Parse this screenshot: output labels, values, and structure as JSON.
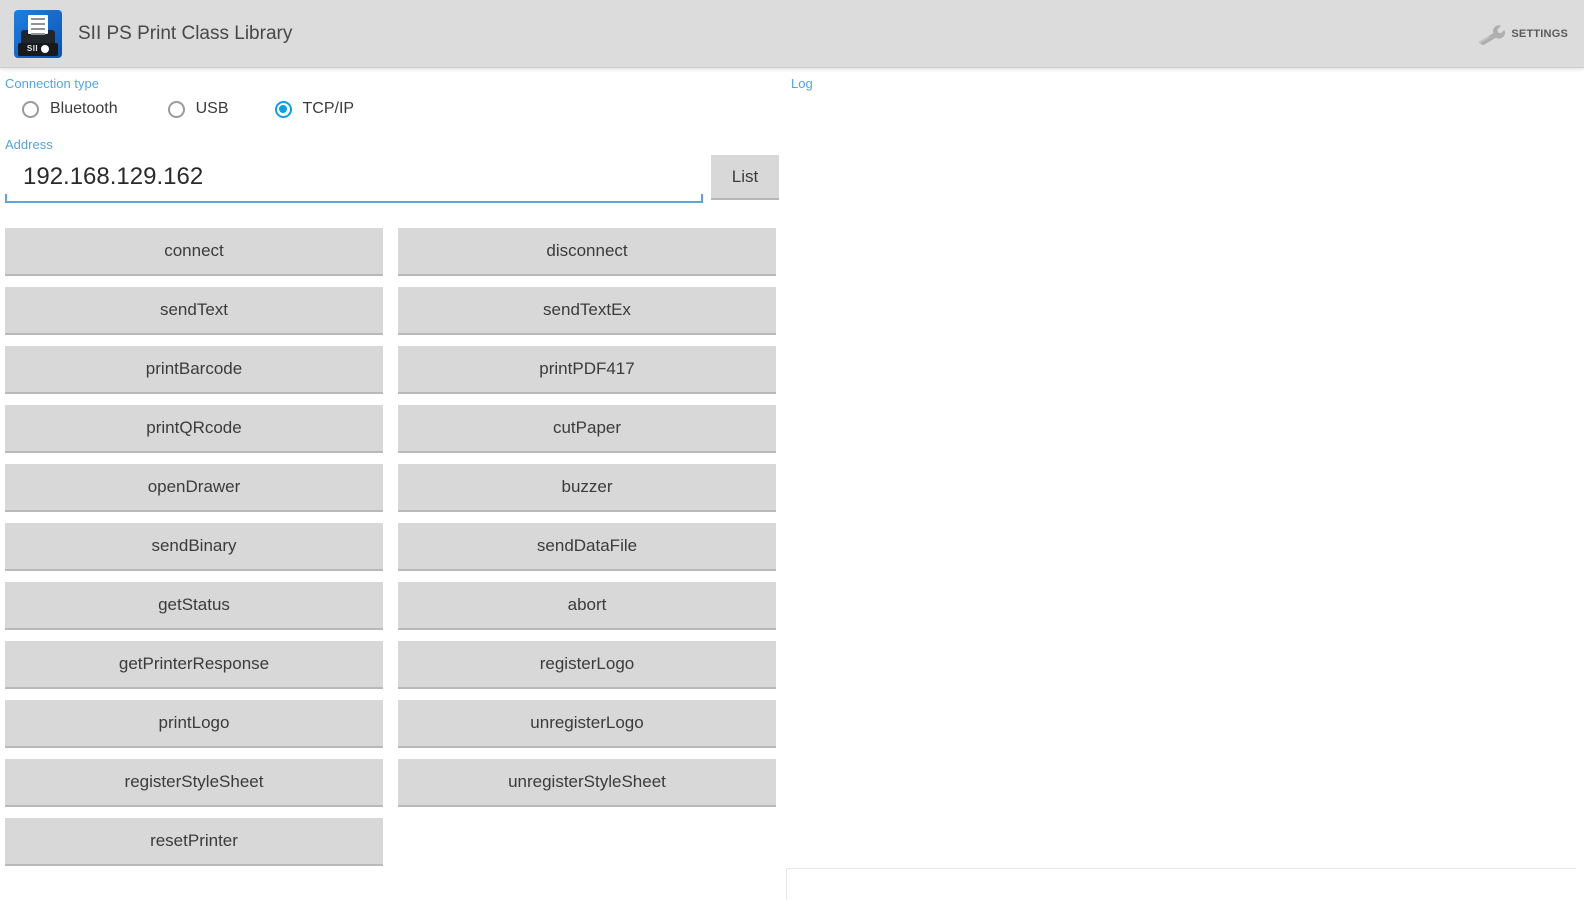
{
  "header": {
    "title": "SII PS Print Class Library",
    "app_icon_name": "printer-icon",
    "app_icon_label": "SII",
    "settings_label": "SETTINGS",
    "settings_icon_name": "wrench-icon",
    "background_color": "#dcdcdc"
  },
  "connection": {
    "section_label": "Connection type",
    "options": [
      {
        "label": "Bluetooth",
        "selected": false
      },
      {
        "label": "USB",
        "selected": false
      },
      {
        "label": "TCP/IP",
        "selected": true
      }
    ],
    "selected_value": "TCP/IP",
    "accent_color": "#0d9fe0",
    "label_color": "#53a6dd"
  },
  "address": {
    "label": "Address",
    "value": "192.168.129.162",
    "placeholder": "",
    "list_button_label": "List",
    "underline_color": "#5ba7d9"
  },
  "commands": {
    "buttons": [
      "connect",
      "disconnect",
      "sendText",
      "sendTextEx",
      "printBarcode",
      "printPDF417",
      "printQRcode",
      "cutPaper",
      "openDrawer",
      "buzzer",
      "sendBinary",
      "sendDataFile",
      "getStatus",
      "abort",
      "getPrinterResponse",
      "registerLogo",
      "printLogo",
      "unregisterLogo",
      "registerStyleSheet",
      "unregisterStyleSheet",
      "resetPrinter"
    ],
    "button_color": "#d8d8d8",
    "text_color": "#3b3b3b"
  },
  "log": {
    "label": "Log",
    "content": ""
  }
}
